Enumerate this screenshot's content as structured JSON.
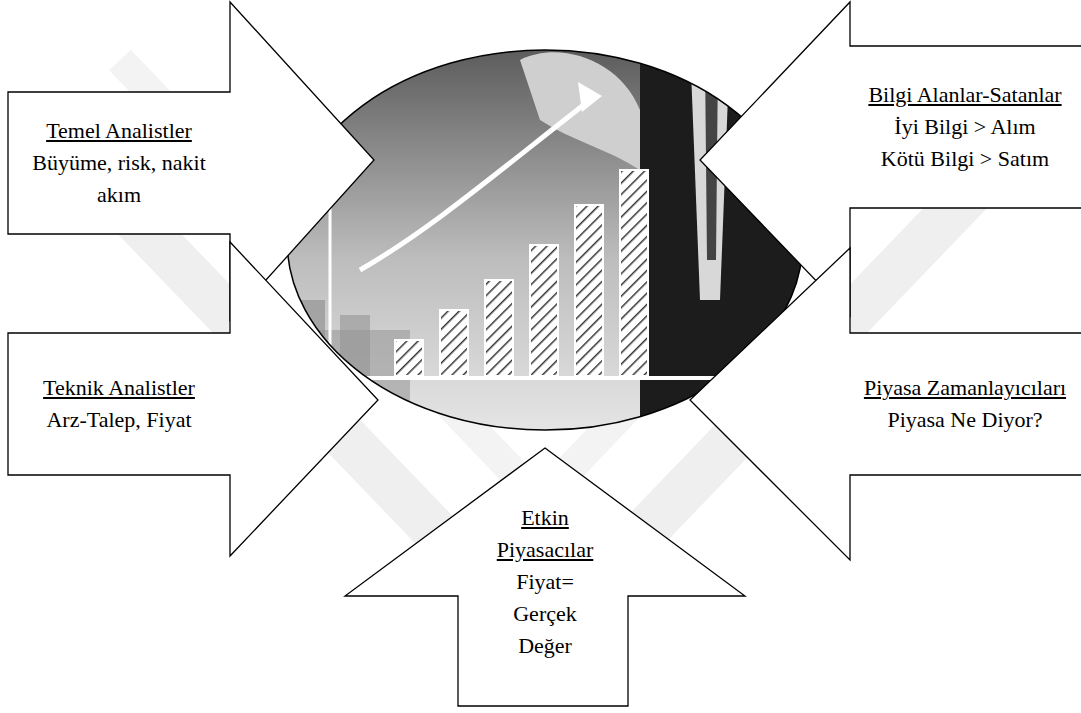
{
  "diagram": {
    "nodes": [
      {
        "text": [
          "Temel Analistler",
          "Büyüme, risk, nakit akım"
        ]
      },
      {
        "text": [
          "Bilgi Alanlar-Satanlar",
          "İyi Bilgi > Alım",
          "Kötü Bilgi > Satım"
        ]
      },
      {
        "text": [
          "Teknik Analistler",
          "Arz-Talep, Fiyat"
        ]
      },
      {
        "text": [
          "Piyasa Zamanlayıcıları",
          "Piyasa Ne Diyor?"
        ]
      },
      {
        "text": [
          "Etkin Piyasacılar",
          "Fiyat= Gerçek Değer"
        ]
      }
    ]
  }
}
